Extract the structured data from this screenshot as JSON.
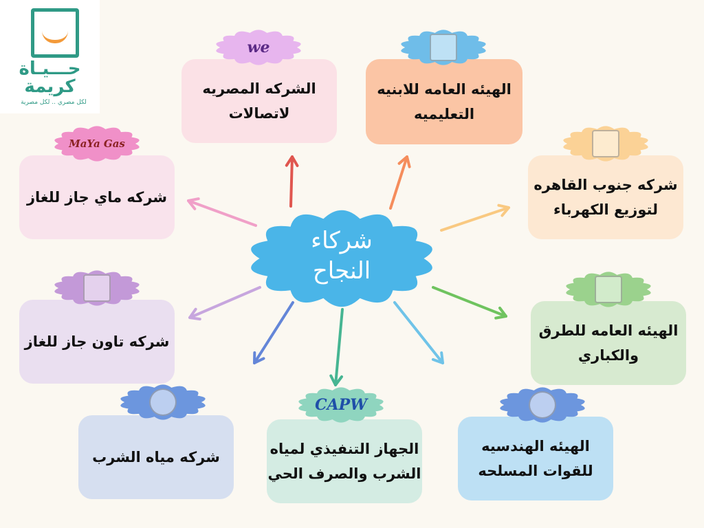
{
  "brand": {
    "name_line1": "حـــيـاة",
    "name_line2": "كريمة",
    "tagline": "لكل مصري .. لكل مصرية",
    "color": "#2f9a86",
    "accent": "#f39a3a"
  },
  "center": {
    "line1": "شركاء",
    "line2": "النجاح",
    "color": "#4ab5e8"
  },
  "partners": [
    {
      "line1": "الشركه المصريه",
      "line2": "لاتصالات",
      "card_color": "#fbe1e6",
      "bubble_color": "#e7b5ee",
      "arrow_color": "#e0564f",
      "logo_text": "we",
      "logo_color": "#5b2a86"
    },
    {
      "line1": "الهيئه العامه للابنيه",
      "line2": "التعليميه",
      "card_color": "#fbc5a5",
      "bubble_color": "#6fbde9",
      "arrow_color": "#f58d5c"
    },
    {
      "line1": "شركه جنوب القاهره",
      "line2": "لتوزيع الكهرباء",
      "card_color": "#fde8d2",
      "bubble_color": "#fbd296",
      "arrow_color": "#f9c981"
    },
    {
      "line1": "الهيئه العامه للطرق",
      "line2": "والكباري",
      "card_color": "#d7ead0",
      "bubble_color": "#9bd28d",
      "arrow_color": "#6fc35f"
    },
    {
      "line1": "الهيئه الهندسيه",
      "line2": "للقوات المسلحه",
      "card_color": "#bde0f4",
      "bubble_color": "#6c96de",
      "arrow_color": "#6fc3e8"
    },
    {
      "line1": "الجهاز التنفيذي لمياه",
      "line2": "الشرب والصرف الحي",
      "card_color": "#d4ece3",
      "bubble_color": "#8fd5bf",
      "arrow_color": "#46b592",
      "logo_text": "CAPW",
      "logo_color": "#1f4fa8"
    },
    {
      "line1": "شركه مياه الشرب",
      "line2": "",
      "card_color": "#d6dff0",
      "bubble_color": "#6c96de",
      "arrow_color": "#6486d8"
    },
    {
      "line1": "شركه تاون جاز للغاز",
      "line2": "",
      "card_color": "#eadff0",
      "bubble_color": "#c399d8",
      "arrow_color": "#c7a6de"
    },
    {
      "line1": "شركه ماي جاز للغاز",
      "line2": "",
      "card_color": "#f9e3ec",
      "bubble_color": "#f090c8",
      "arrow_color": "#f0a0c8",
      "logo_text": "MaYa Gas",
      "logo_color": "#8a2222"
    }
  ]
}
